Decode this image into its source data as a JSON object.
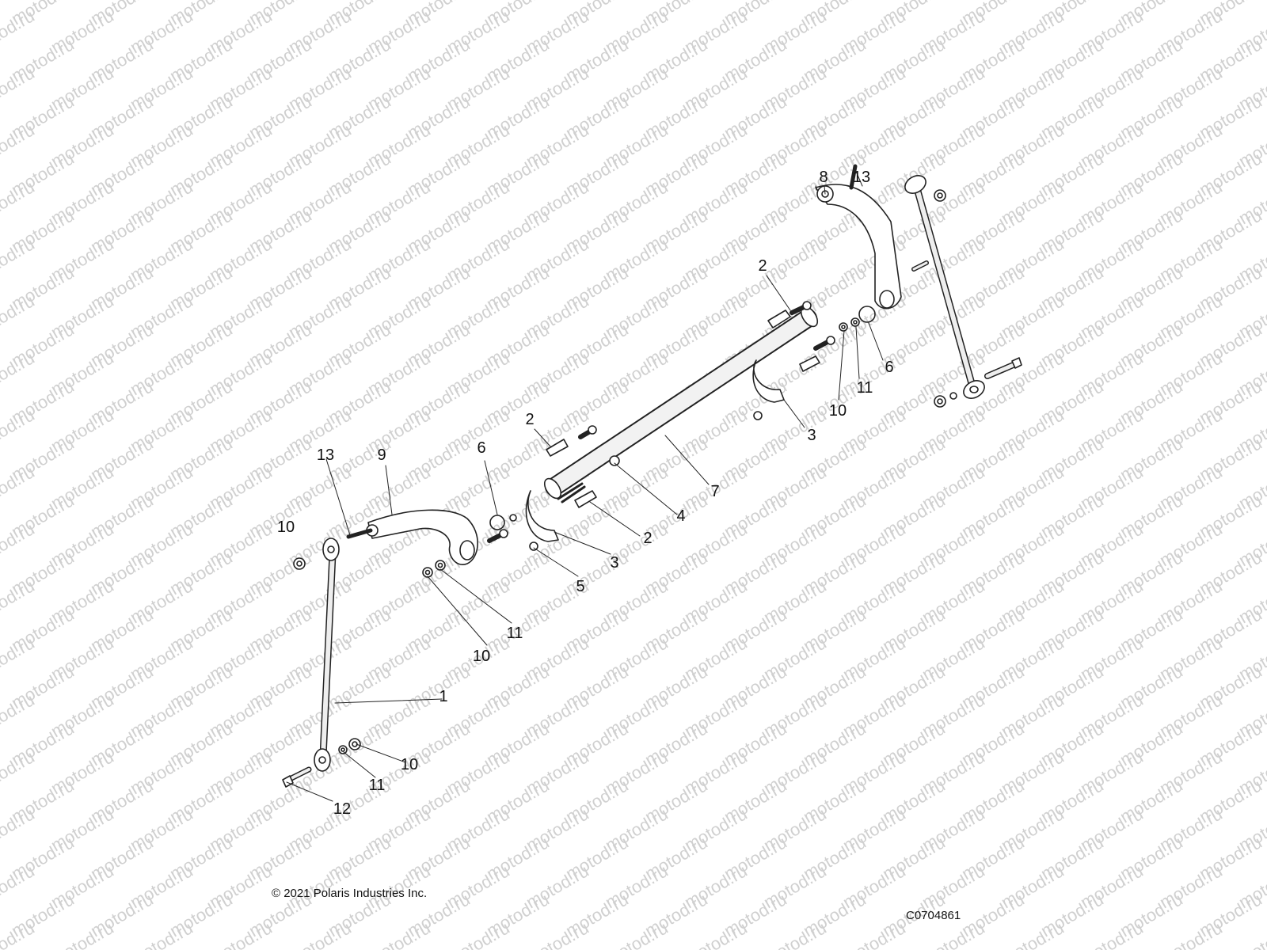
{
  "diagram": {
    "watermark_text": "motod.ru",
    "callouts": [
      "1",
      "2",
      "2",
      "2",
      "3",
      "3",
      "4",
      "5",
      "6",
      "6",
      "7",
      "8",
      "9",
      "10",
      "10",
      "10",
      "10",
      "11",
      "11",
      "11",
      "12",
      "13",
      "13"
    ]
  },
  "footer": {
    "copyright": "© 2021 Polaris Industries Inc.",
    "drawing_code": "C0704861"
  }
}
